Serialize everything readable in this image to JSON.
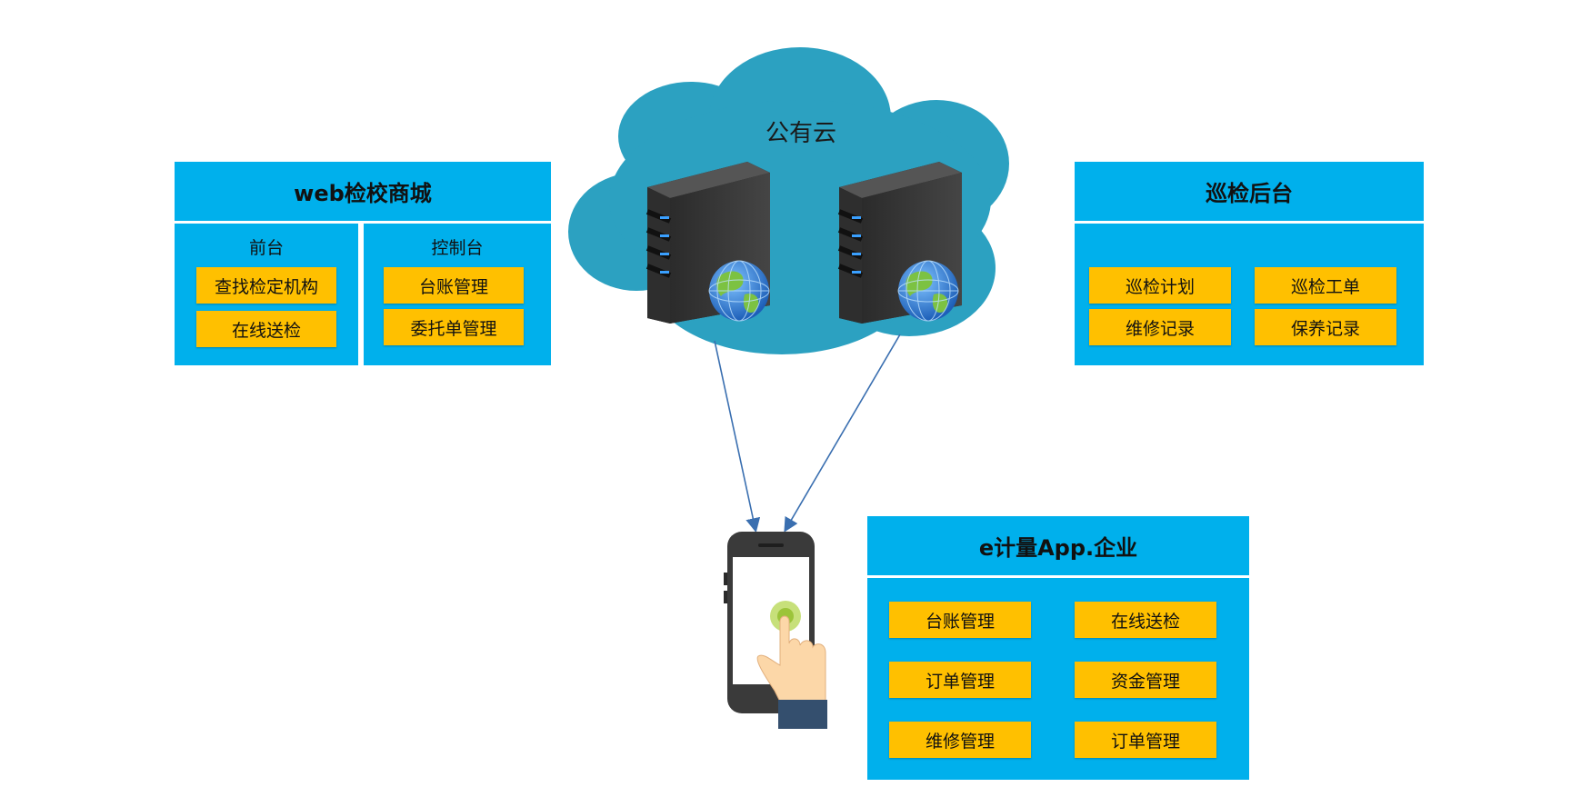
{
  "cloud": {
    "label": "公有云"
  },
  "web_mall": {
    "title": "web检校商城",
    "front": {
      "label": "前台",
      "items": [
        "查找检定机构",
        "在线送检"
      ]
    },
    "console": {
      "label": "控制台",
      "items": [
        "台账管理",
        "委托单管理"
      ]
    }
  },
  "patrol": {
    "title": "巡检后台",
    "items": [
      "巡检计划",
      "巡检工单",
      "维修记录",
      "保养记录"
    ]
  },
  "app": {
    "title": "e计量App.企业",
    "items": [
      "台账管理",
      "在线送检",
      "订单管理",
      "资金管理",
      "维修管理",
      "订单管理"
    ]
  },
  "colors": {
    "panel": "#00b0ec",
    "chip": "#ffc000",
    "cloud": "#2ca1c1",
    "arrow": "#3a6fb0"
  },
  "icons": [
    "cloud-icon",
    "server-icon",
    "globe-icon",
    "smartphone-icon",
    "hand-tap-icon"
  ]
}
